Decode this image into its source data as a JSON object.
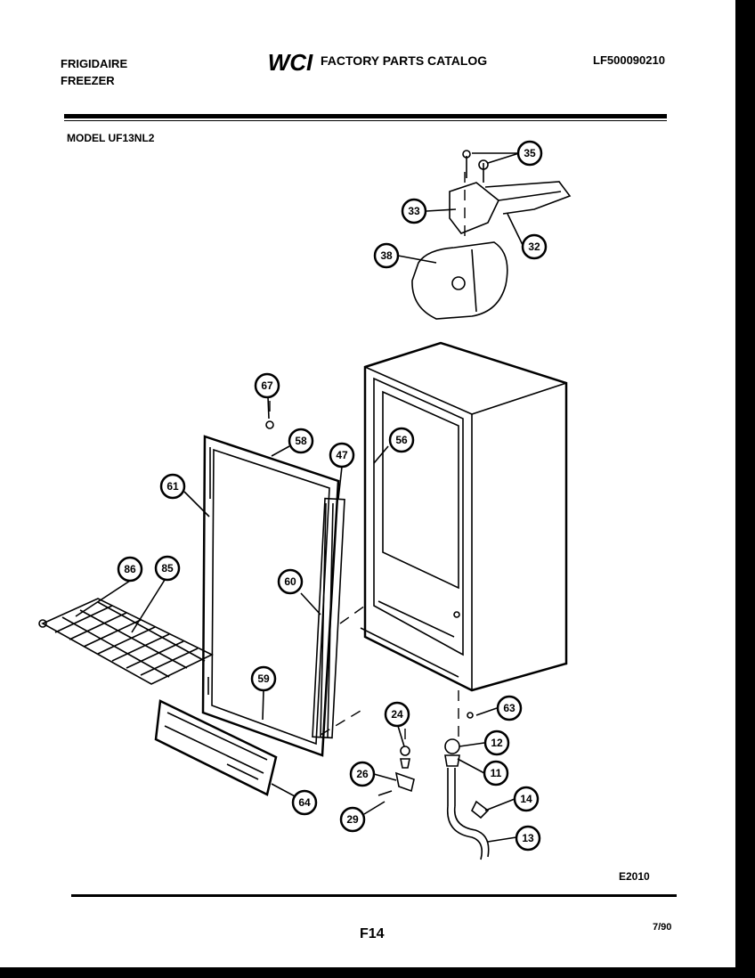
{
  "header": {
    "brand_line1": "FRIGIDAIRE",
    "brand_line2": "FREEZER",
    "logo_text": "WCI",
    "catalog_title": "FACTORY PARTS CATALOG",
    "catalog_code": "LF500090210",
    "model_label": "MODEL UF13NL2"
  },
  "footer": {
    "diagram_code": "E2010",
    "page_number": "F14",
    "date": "7/90"
  },
  "callouts": [
    "35",
    "33",
    "32",
    "38",
    "67",
    "58",
    "47",
    "56",
    "61",
    "86",
    "85",
    "60",
    "59",
    "63",
    "24",
    "12",
    "26",
    "11",
    "64",
    "14",
    "29",
    "13"
  ]
}
